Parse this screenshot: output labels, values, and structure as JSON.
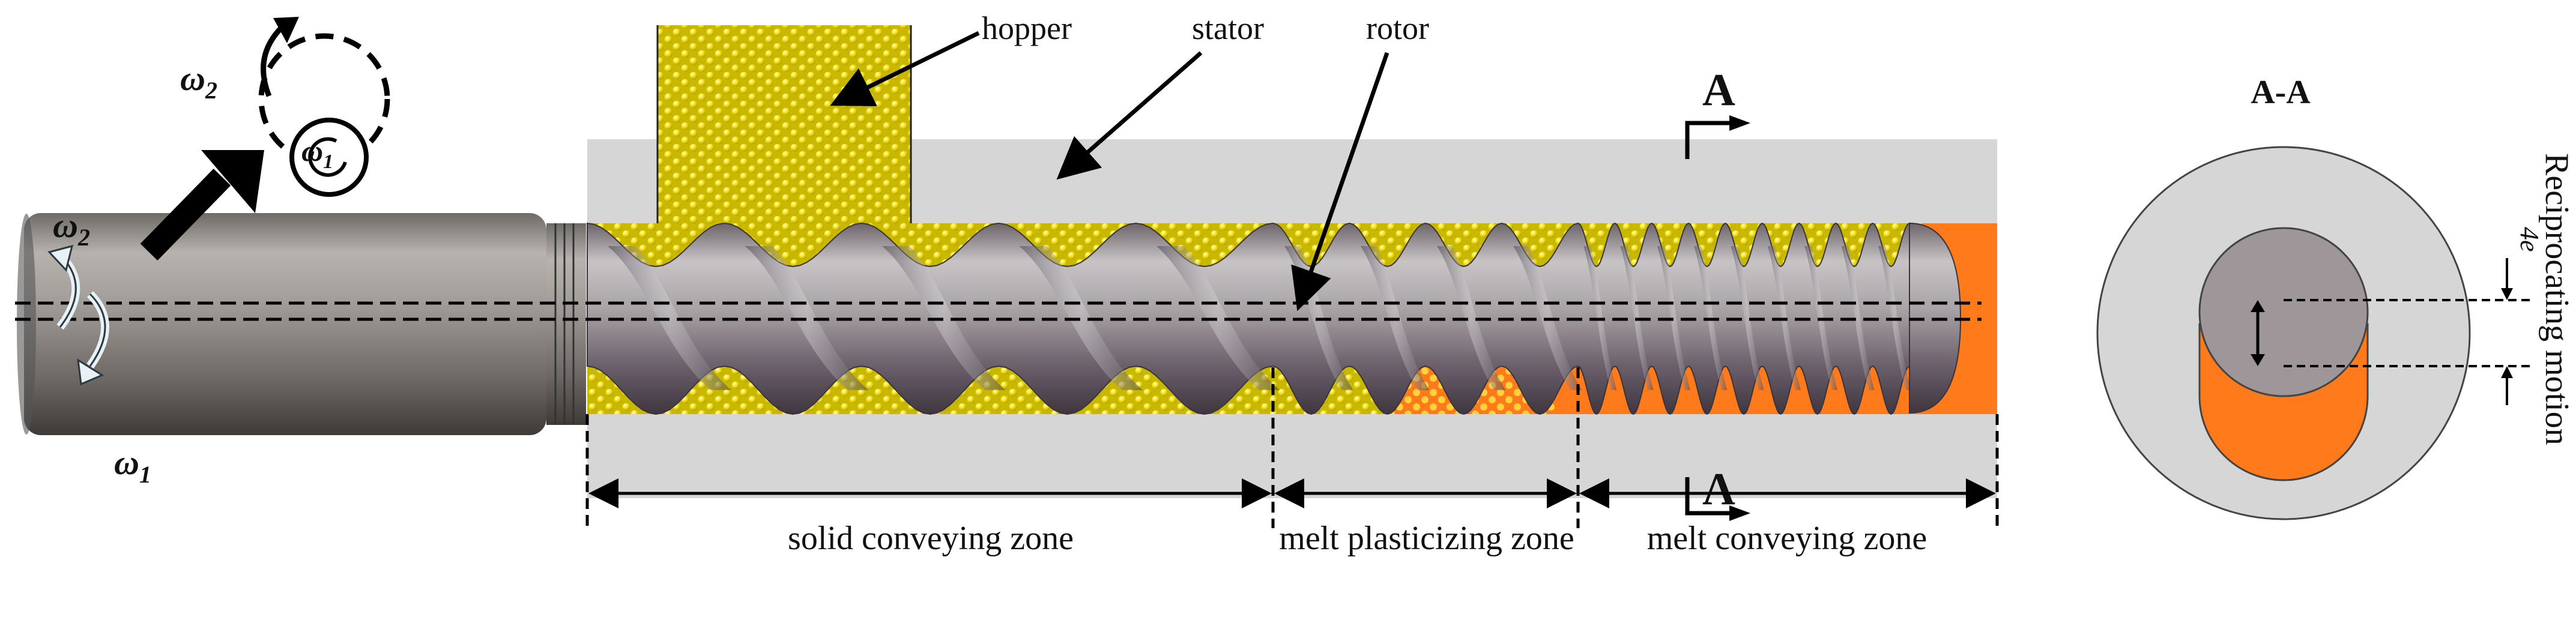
{
  "labels": {
    "hopper": "hopper",
    "stator": "stator",
    "rotor": "rotor",
    "section_mark_top": "A",
    "section_mark_bottom": "A",
    "section_title": "A-A",
    "eccentricity": "4e",
    "reciprocating": "Reciprocating motion",
    "omega1_top": "ω",
    "omega1_top_sub": "1",
    "omega2_top": "ω",
    "omega2_top_sub": "2",
    "omega2_left": "ω",
    "omega2_left_sub": "2",
    "omega1_left": "ω",
    "omega1_left_sub": "1"
  },
  "zones": [
    {
      "label": "solid conveying zone"
    },
    {
      "label": "melt plasticizing zone"
    },
    {
      "label": "melt conveying zone"
    }
  ],
  "colors": {
    "stator": "#d6d6d6",
    "pellet": "#f2e21a",
    "melt": "#ff7a1a",
    "rotor_dark": "#5e5560",
    "rotor_light": "#c9c6c8",
    "shaft": "#8a857f"
  }
}
